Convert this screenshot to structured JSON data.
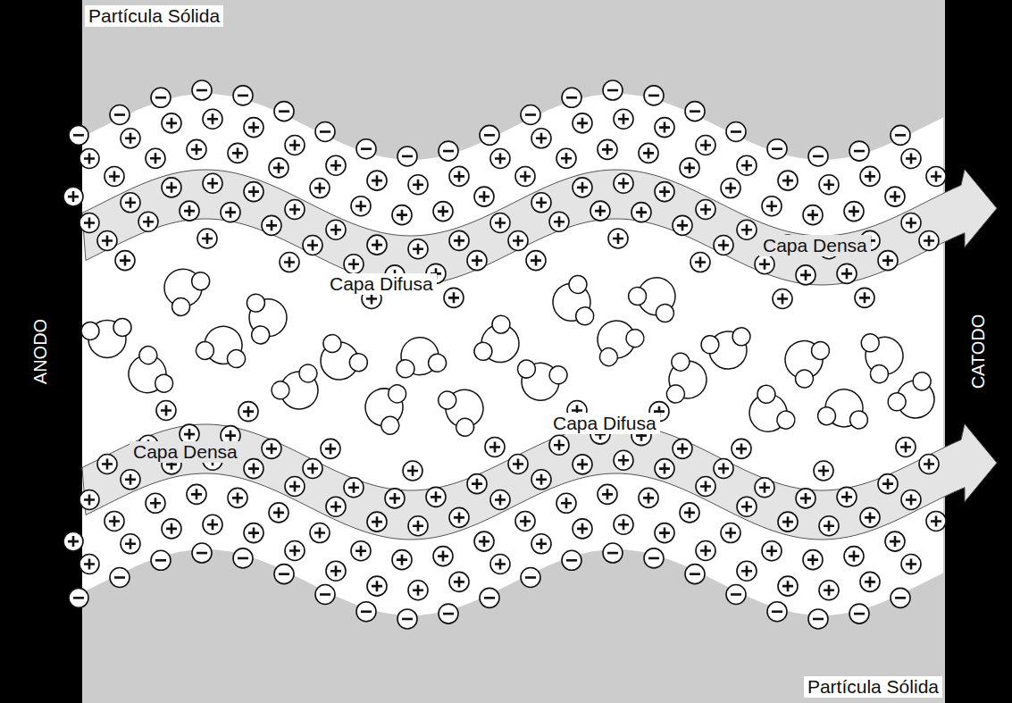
{
  "diagram": {
    "nodes": [
      {
        "text": [
          "ANODO"
        ]
      },
      {
        "text": [
          "CATODO"
        ]
      }
    ],
    "labels": [
      "Partícula Sólida",
      "Capa Densa",
      "Capa Difusa",
      "Capa Difusa",
      "Capa Densa",
      "Partícula Sólida"
    ]
  }
}
